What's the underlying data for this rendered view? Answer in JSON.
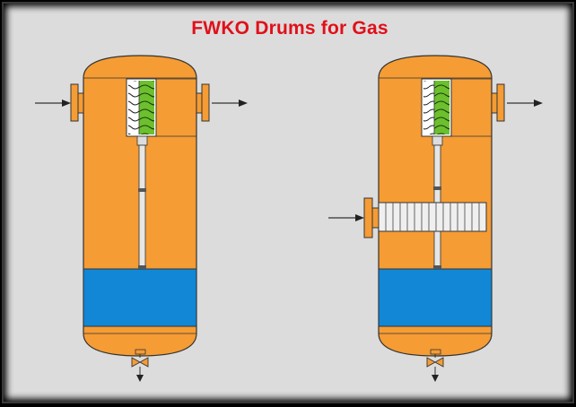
{
  "title": "FWKO Drums for Gas",
  "colors": {
    "background": "#dcdcdc",
    "vessel_fill": "#f59c34",
    "liquid_fill": "#1187d6",
    "mist_pad": "#6cc02e",
    "title": "#e0101a",
    "outline": "#333333"
  },
  "icons": {
    "inlet_arrow": "arrow-right-icon",
    "outlet_arrow": "arrow-right-icon",
    "drain_arrow": "arrow-down-icon",
    "drain_valve": "valve-icon"
  },
  "drums": [
    {
      "id": "left-drum",
      "inlet_type": "side-nozzle"
    },
    {
      "id": "right-drum",
      "inlet_type": "inlet-distributor"
    }
  ]
}
